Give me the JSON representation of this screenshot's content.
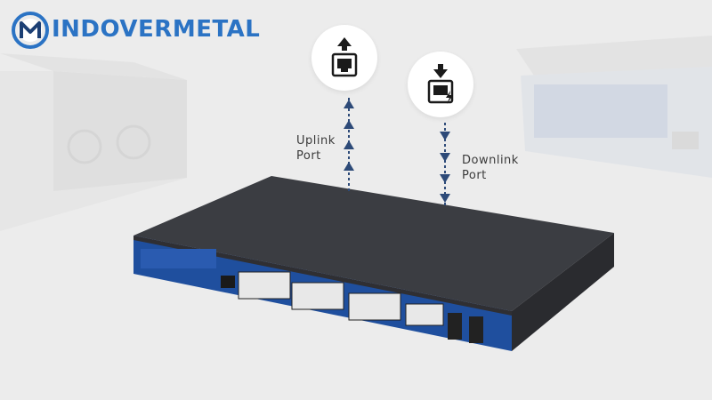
{
  "brand": {
    "logo_text": "INDOVERMETAL",
    "color": "#2b73c4"
  },
  "uplink": {
    "label_line1": "Uplink",
    "label_line2": "Port",
    "icon": "ethernet-port-upload-icon"
  },
  "downlink": {
    "label_line1": "Downlink",
    "label_line2": "Port",
    "icon": "ethernet-port-download-icon"
  },
  "colors": {
    "switch_body": "#3a3c40",
    "switch_front": "#1f4f9e",
    "flow_line": "#2d4a78",
    "background": "#ececec"
  }
}
